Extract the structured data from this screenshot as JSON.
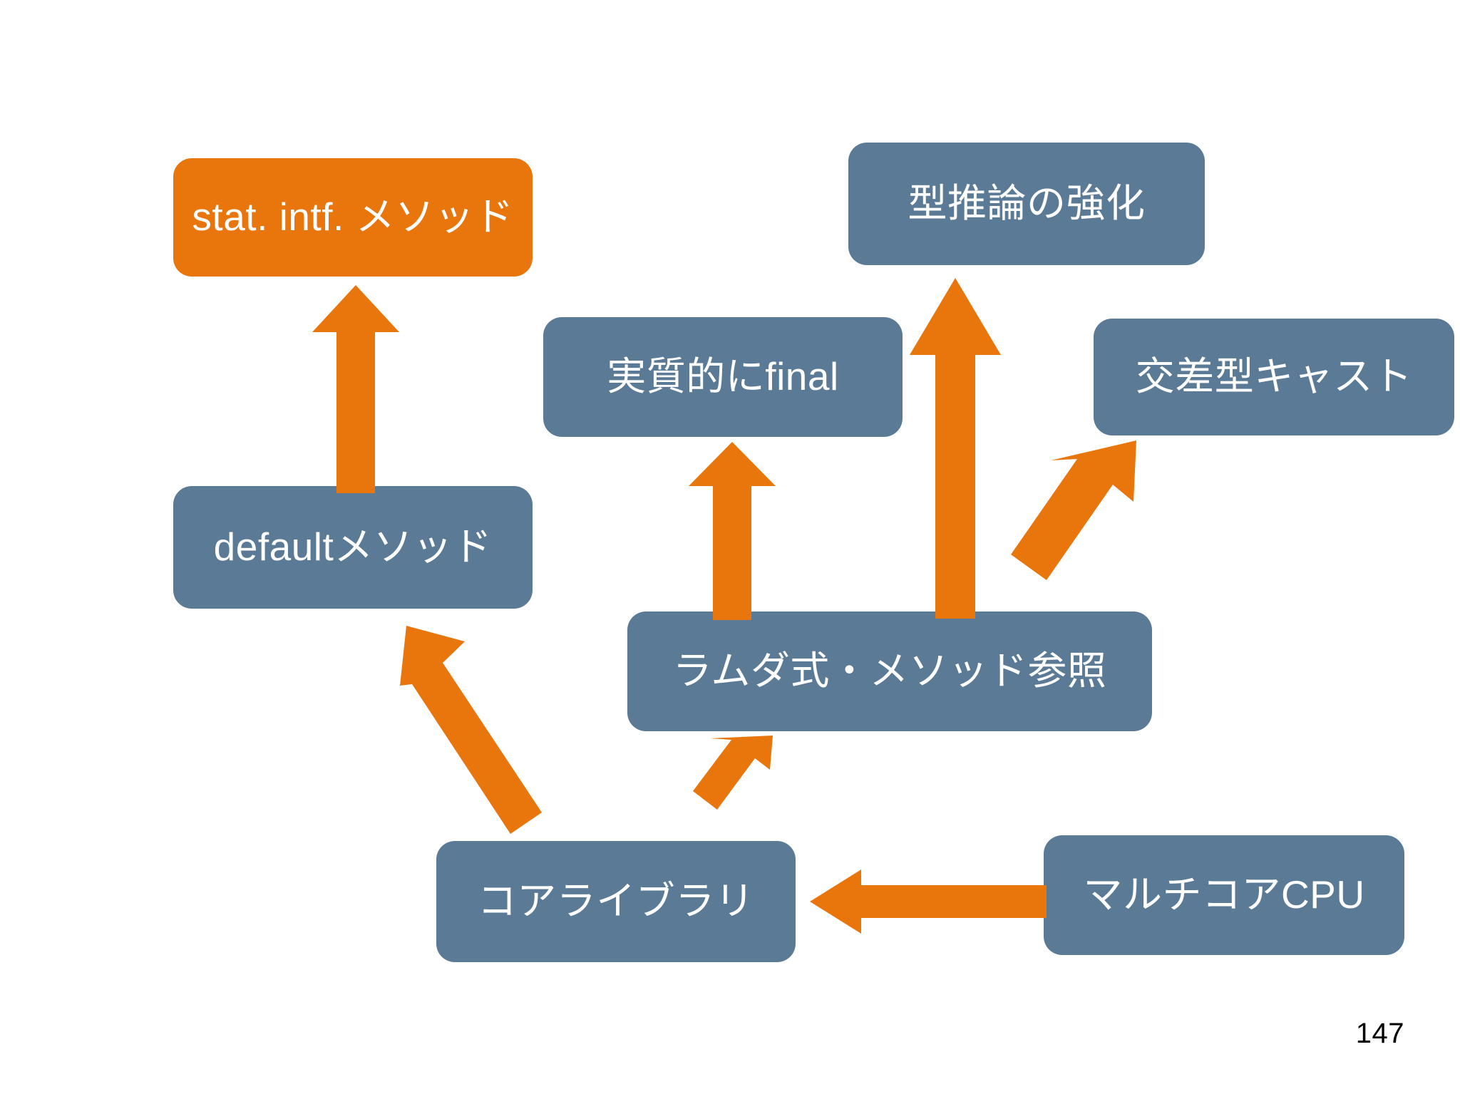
{
  "slide": {
    "page_number": "147",
    "background_color": "#ffffff",
    "accent_orange": "#E8760C",
    "node_blue": "#5b7a95",
    "text_color": "#ffffff"
  },
  "nodes": [
    {
      "id": "static-interface-method",
      "label": "stat. intf. メソッド",
      "color": "#E8760C"
    },
    {
      "id": "type-inference",
      "label": "型推論の強化",
      "color": "#5b7a95"
    },
    {
      "id": "effectively-final",
      "label": "実質的にfinal",
      "color": "#5b7a95"
    },
    {
      "id": "intersection-cast",
      "label": "交差型キャスト",
      "color": "#5b7a95"
    },
    {
      "id": "default-method",
      "label": "defaultメソッド",
      "color": "#5b7a95"
    },
    {
      "id": "lambda-method-ref",
      "label": "ラムダ式・メソッド参照",
      "color": "#5b7a95"
    },
    {
      "id": "core-library",
      "label": "コアライブラリ",
      "color": "#5b7a95"
    },
    {
      "id": "multicore-cpu",
      "label": "マルチコアCPU",
      "color": "#5b7a95"
    }
  ],
  "arrows": [
    {
      "id": "default-to-static",
      "from": "default-method",
      "to": "static-interface-method",
      "direction": "up",
      "color": "#E8760C"
    },
    {
      "id": "lambda-to-final",
      "from": "lambda-method-ref",
      "to": "effectively-final",
      "direction": "up",
      "color": "#E8760C"
    },
    {
      "id": "lambda-to-inference",
      "from": "lambda-method-ref",
      "to": "type-inference",
      "direction": "up",
      "color": "#E8760C"
    },
    {
      "id": "lambda-to-cast",
      "from": "lambda-method-ref",
      "to": "intersection-cast",
      "direction": "up-right",
      "color": "#E8760C"
    },
    {
      "id": "core-to-default",
      "from": "core-library",
      "to": "default-method",
      "direction": "up-left",
      "color": "#E8760C"
    },
    {
      "id": "core-to-lambda",
      "from": "core-library",
      "to": "lambda-method-ref",
      "direction": "up-right",
      "color": "#E8760C"
    },
    {
      "id": "cpu-to-core",
      "from": "multicore-cpu",
      "to": "core-library",
      "direction": "left",
      "color": "#E8760C"
    }
  ]
}
